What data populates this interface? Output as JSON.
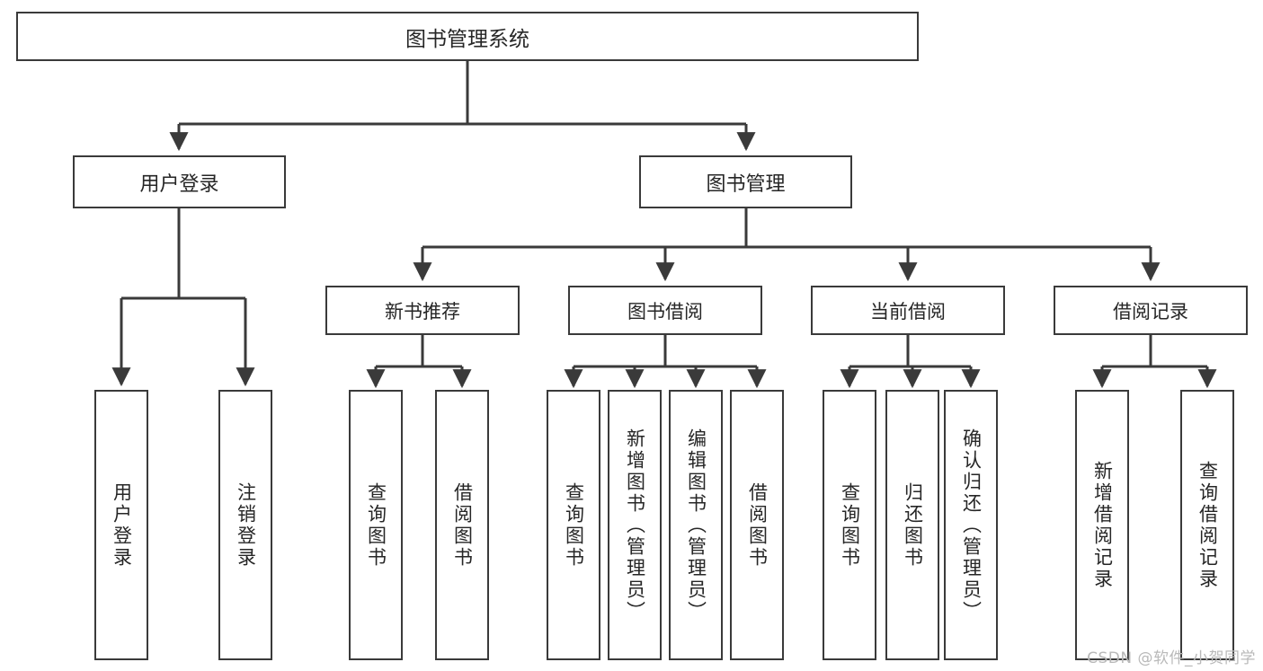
{
  "diagram": {
    "title": "图书管理系统",
    "type": "tree-hierarchy-diagram",
    "colors": {
      "stroke": "#3a3a3a",
      "fill": "#ffffff",
      "text": "#262626",
      "watermark": "#b9b9b9"
    },
    "root": {
      "id": "root",
      "label": "图书管理系统"
    },
    "level1": [
      {
        "id": "user-login",
        "label": "用户登录"
      },
      {
        "id": "book-manage",
        "label": "图书管理"
      }
    ],
    "level2": [
      {
        "id": "new-book-rec",
        "label": "新书推荐"
      },
      {
        "id": "book-borrow",
        "label": "图书借阅"
      },
      {
        "id": "current-borrow",
        "label": "当前借阅"
      },
      {
        "id": "borrow-record",
        "label": "借阅记录"
      }
    ],
    "leaves": {
      "user_login": [
        {
          "id": "leaf-user-login",
          "label": "用户登录"
        },
        {
          "id": "leaf-logout",
          "label": "注销登录"
        }
      ],
      "new_book_rec": [
        {
          "id": "leaf-query-book-1",
          "label": "查询图书"
        },
        {
          "id": "leaf-borrow-book-1",
          "label": "借阅图书"
        }
      ],
      "book_borrow": [
        {
          "id": "leaf-query-book-2",
          "label": "查询图书"
        },
        {
          "id": "leaf-add-book",
          "label": "新增图书（管理员）"
        },
        {
          "id": "leaf-edit-book",
          "label": "编辑图书（管理员）"
        },
        {
          "id": "leaf-borrow-book-2",
          "label": "借阅图书"
        }
      ],
      "current_borrow": [
        {
          "id": "leaf-query-book-3",
          "label": "查询图书"
        },
        {
          "id": "leaf-return-book",
          "label": "归还图书"
        },
        {
          "id": "leaf-confirm-return",
          "label": "确认归还（管理员）"
        }
      ],
      "borrow_record": [
        {
          "id": "leaf-add-record",
          "label": "新增借阅记录"
        },
        {
          "id": "leaf-query-record",
          "label": "查询借阅记录"
        }
      ]
    }
  },
  "watermark": {
    "text": "CSDN @软件_小贺同学"
  }
}
